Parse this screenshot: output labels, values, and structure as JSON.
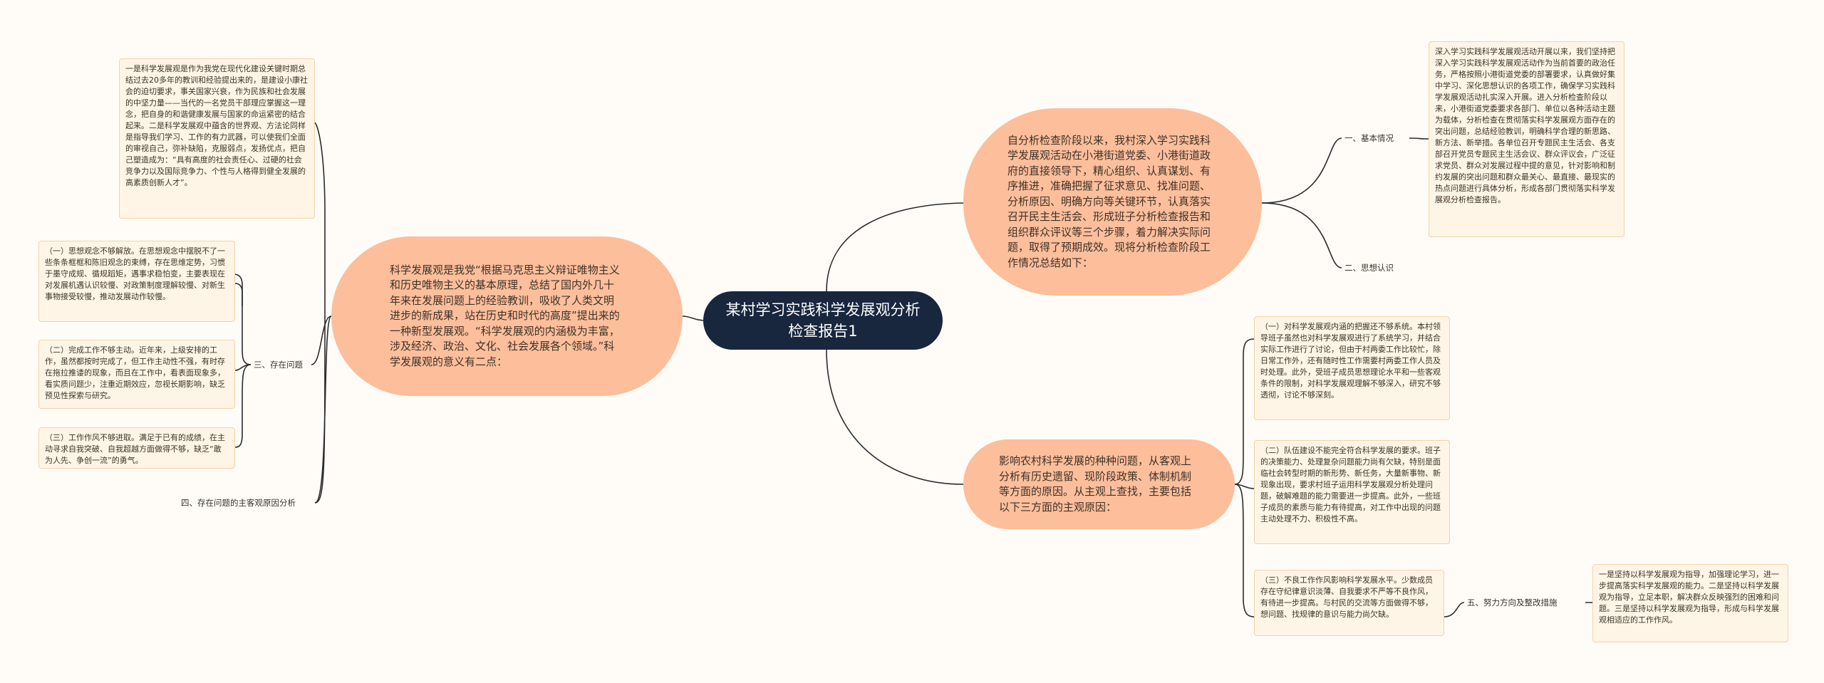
{
  "root": {
    "title": "某村学习实践科学发展观分析检查报告1"
  },
  "branches": {
    "left_main": "科学发展观是我党“根据马克思主义辩证唯物主义和历史唯物主义的基本原理，总结了国内外几十年来在发展问题上的经验教训，吸收了人类文明进步的新成果，站在历史和时代的高度”提出来的一种新型发展观。“科学发展观的内涵极为丰富，涉及经济、政治、文化、社会发展各个领域。”科学发展观的意义有二点：",
    "right_top": "自分析检查阶段以来，我村深入学习实践科学发展观活动在小港街道党委、小港街道政府的直接领导下，精心组织、认真谋划、有序推进，准确把握了征求意见、找准问题、分析原因、明确方向等关键环节，认真落实召开民主生活会、形成班子分析检查报告和组织群众评议等三个步骤，着力解决实际问题，取得了预期成效。现将分析检查阶段工作情况总结如下：",
    "right_bottom": "影响农村科学发展的种种问题，从客观上分析有历史遗留、现阶段政策、体制机制等方面的原因。从主观上查找，主要包括以下三方面的主观原因："
  },
  "left_texts": {
    "significance": "一是科学发展观是作为我党在现代化建设关键时期总结过去20多年的教训和经验提出来的，是建设小康社会的迫切要求，事关国家兴衰，作为民族和社会发展的中坚力量——当代的一名党员干部理应掌握这一理念，把自身的和谐健康发展与国家的命运紧密的结合起来。二是科学发展观中蕴含的世界观、方法论同样是指导我们学习、工作的有力武器，可以使我们全面的审视自己，弥补缺陷，克服弱点，发扬优点，把自己塑造成为：“具有高度的社会责任心、过硬的社会竞争力以及国际竞争力、个性与人格得到健全发展的高素质创新人才”。",
    "problem_1": "（一）思想观念不够解放。在思想观念中摆脱不了一些条条框框和陈旧观念的束缚，存在思维定势，习惯于墨守成规、循规蹈矩，遇事求稳怕变，主要表现在对发展机遇认识较慢、对政策制度理解较慢、对新生事物接受较慢，推动发展动作较慢。",
    "problem_2": "（二）完成工作不够主动。近年来，上级安排的工作，虽然都按时完成了，但工作主动性不强，有时存在拖拉推诿的现象，而且在工作中，看表面现象多，看实质问题少，注重近期效应，忽视长期影响，缺乏预见性探索与研究。",
    "problem_3": "（三）工作作风不够进取。满足于已有的成绩，在主动寻求自我突破、自我超越方面做得不够，缺乏“敢为人先、争创一流”的勇气。"
  },
  "labels": {
    "existing_problems": "三、存在问题",
    "subjective_causes": "四、存在问题的主客观原因分析",
    "basic_situation": "一、基本情况",
    "ideological": "二、思想认识",
    "direction": "五、努力方向及整改措施"
  },
  "right_texts": {
    "basic_situation": "深入学习实践科学发展观活动开展以来，我们坚持把深入学习实践科学发展观活动作为当前首要的政治任务，严格按照小港街道党委的部署要求，认真做好集中学习、深化思想认识的各项工作，确保学习实践科学发展观活动扎实深入开展。进入分析检查阶段以来，小港街道党委要求各部门、单位以各种活动主题为载体，分析检查在贯彻落实科学发展观方面存在的突出问题，总结经验教训，明确科学合理的新思路、新方法、新举措。各单位召开专题民主生活会、各支部召开党员专题民主生活会议、群众评议会，广泛征求党员、群众对发展过程中提的意见，针对影响和制约发展的突出问题和群众最关心、最直接、最现实的热点问题进行具体分析，形成各部门贯彻落实科学发展观分析检查报告。",
    "cause_1": "（一）对科学发展观内涵的把握还不够系统。本村领导班子虽然也对科学发展观进行了系统学习，并结合实际工作进行了讨论，但由于村两委工作比较忙，除日常工作外，还有随时性工作需要村两委工作人员及时处理。此外，受班子成员思想理论水平和一些客观条件的限制，对科学发展观理解不够深入，研究不够透彻，讨论不够深刻。",
    "cause_2": "（二）队伍建设不能完全符合科学发展的要求。班子的决策能力、处理复杂问题能力尚有欠缺，特别是面临社会转型时期的新形势、新任务，大量新事物、新现象出现，要求村班子运用科学发展观分析处理问题，破解难题的能力需要进一步提高。此外，一些班子成员的素质与能力有待提高，对工作中出现的问题主动处理不力、积极性不高。",
    "cause_3": "（三）不良工作作风影响科学发展水平。少数成员存在守纪律意识淡薄、自我要求不严等不良作风，有待进一步提高。与村民的交流等方面做得不够，想问题、找规律的意识与能力尚欠缺。",
    "direction_text": "一是坚持以科学发展观为指导，加强理论学习，进一步提高落实科学发展观的能力。二是坚持以科学发展观为指导，立足本职，解决群众反映强烈的困难和问题。三是坚持以科学发展观为指导，形成与科学发展观相适应的工作作风。"
  },
  "colors": {
    "root_bg": "#18263e",
    "oval_bg": "#fdbe9b",
    "box_bg": "#fff5e6",
    "line": "#2b2b2b"
  }
}
